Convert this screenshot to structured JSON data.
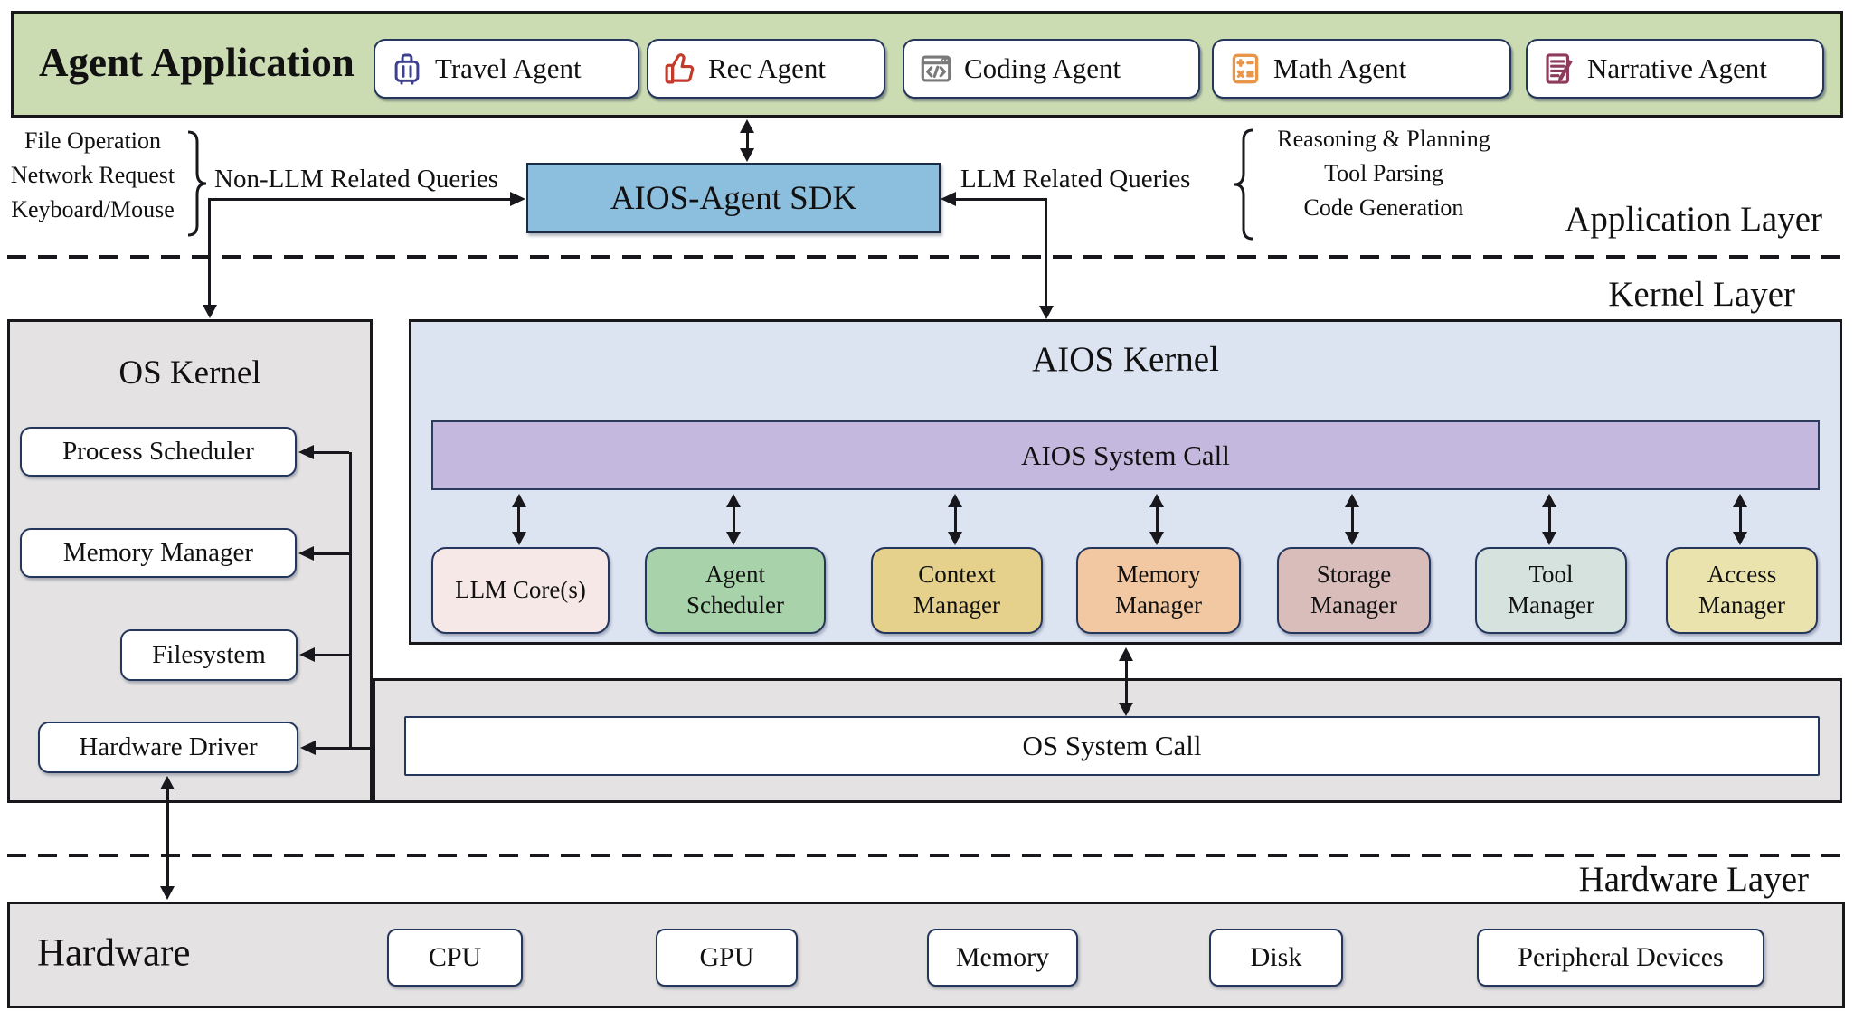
{
  "application_layer": {
    "layer_label": "Application Layer",
    "agent_bar": {
      "title": "Agent Application",
      "background": "#ccdcb2",
      "agents": [
        {
          "label": "Travel Agent",
          "icon": "luggage-icon",
          "icon_color": "#3f3f8f"
        },
        {
          "label": "Rec Agent",
          "icon": "thumbs-up-icon",
          "icon_color": "#c23b2a"
        },
        {
          "label": "Coding Agent",
          "icon": "code-window-icon",
          "icon_color": "#7a7a7a"
        },
        {
          "label": "Math Agent",
          "icon": "calculator-icon",
          "icon_color": "#e8964a"
        },
        {
          "label": "Narrative Agent",
          "icon": "document-pencil-icon",
          "icon_color": "#8e3b5c"
        }
      ]
    },
    "sdk": {
      "label": "AIOS-Agent SDK",
      "background": "#8cbedd"
    },
    "non_llm": {
      "label": "Non-LLM Related Queries",
      "items": [
        "File Operation",
        "Network Request",
        "Keyboard/Mouse"
      ]
    },
    "llm": {
      "label": "LLM Related Queries",
      "items": [
        "Reasoning & Planning",
        "Tool Parsing",
        "Code Generation"
      ]
    }
  },
  "kernel_layer": {
    "layer_label": "Kernel Layer",
    "os_kernel": {
      "title": "OS Kernel",
      "modules": [
        "Process Scheduler",
        "Memory Manager",
        "Filesystem",
        "Hardware Driver"
      ]
    },
    "aios_kernel": {
      "title": "AIOS Kernel",
      "background": "#dce3f1",
      "system_call_label": "AIOS System Call",
      "system_call_background": "#c5b8de",
      "managers": [
        {
          "label": "LLM Core(s)",
          "color": "#f6e8e6"
        },
        {
          "label": "Agent Scheduler",
          "color": "#a7d2aa"
        },
        {
          "label": "Context Manager",
          "color": "#e5d08c"
        },
        {
          "label": "Memory Manager",
          "color": "#f2c8a2"
        },
        {
          "label": "Storage Manager",
          "color": "#d9bdbb"
        },
        {
          "label": "Tool Manager",
          "color": "#d5e2de"
        },
        {
          "label": "Access Manager",
          "color": "#ebe3ad"
        }
      ]
    },
    "os_system_call_label": "OS System Call"
  },
  "hardware_layer": {
    "layer_label": "Hardware Layer",
    "title": "Hardware",
    "devices": [
      "CPU",
      "GPU",
      "Memory",
      "Disk",
      "Peripheral Devices"
    ]
  }
}
